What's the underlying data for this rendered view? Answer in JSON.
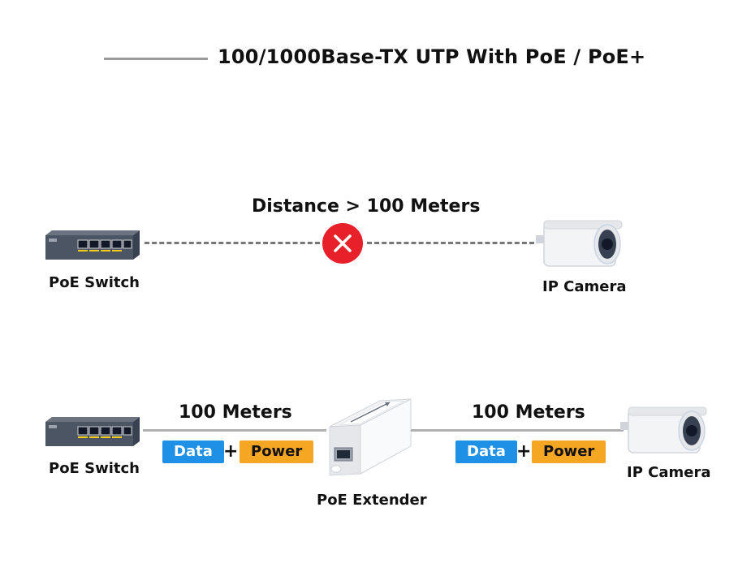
{
  "title": "100/1000Base-TX UTP With PoE / PoE+",
  "top_row": {
    "distance_label": "Distance > 100 Meters",
    "left_device_label": "PoE Switch",
    "right_device_label": "IP Camera",
    "status_icon": "x-circle-icon"
  },
  "bottom_row": {
    "left_device_label": "PoE Switch",
    "middle_device_label": "PoE Extender",
    "right_device_label": "IP Camera",
    "segment_left": {
      "meters": "100 Meters",
      "data": "Data",
      "plus": "+",
      "power": "Power"
    },
    "segment_right": {
      "meters": "100 Meters",
      "data": "Data",
      "plus": "+",
      "power": "Power"
    }
  },
  "colors": {
    "data_pill": "#1e90e6",
    "power_pill": "#f5a623",
    "error": "#e8202a",
    "line": "#9a9a9a"
  }
}
